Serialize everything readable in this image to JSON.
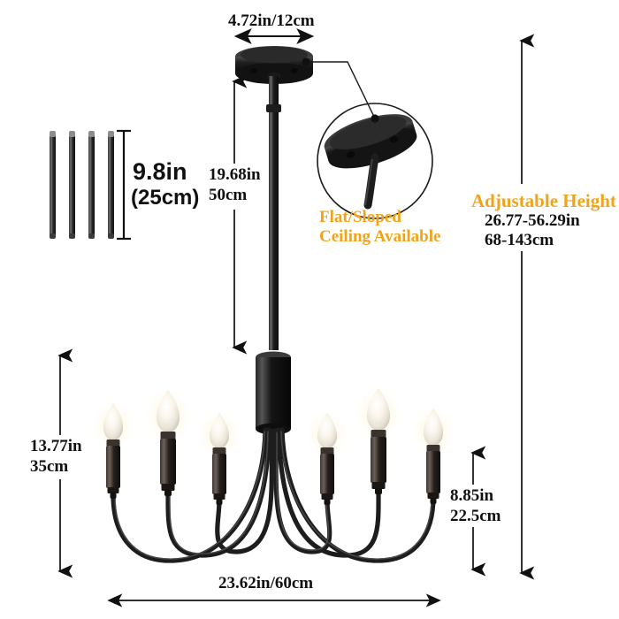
{
  "diagram": {
    "title": "Chandelier dimension diagram",
    "product": "6-light candle chandelier"
  },
  "dimensions": {
    "canopy_width": "4.72in/12cm",
    "rod_length_in": "9.8in",
    "rod_length_cm": "(25cm)",
    "downrod_in": "19.68in",
    "downrod_cm": "50cm",
    "fixture_height_in": "13.77in",
    "fixture_height_cm": "35cm",
    "candle_height_in": "8.85in",
    "candle_height_cm": "22.5cm",
    "fixture_width": "23.62in/60cm"
  },
  "callout": {
    "line1": "Flat/Sloped",
    "line2": "Ceiling Available"
  },
  "adjustable": {
    "heading": "Adjustable Height",
    "range_in": "26.77-56.29in",
    "range_cm": "68-143cm"
  },
  "colors": {
    "accent": "#EFA41C",
    "metal": "#1b1b1b",
    "line": "#1a1a1a",
    "bulb": "#f2efe9"
  }
}
